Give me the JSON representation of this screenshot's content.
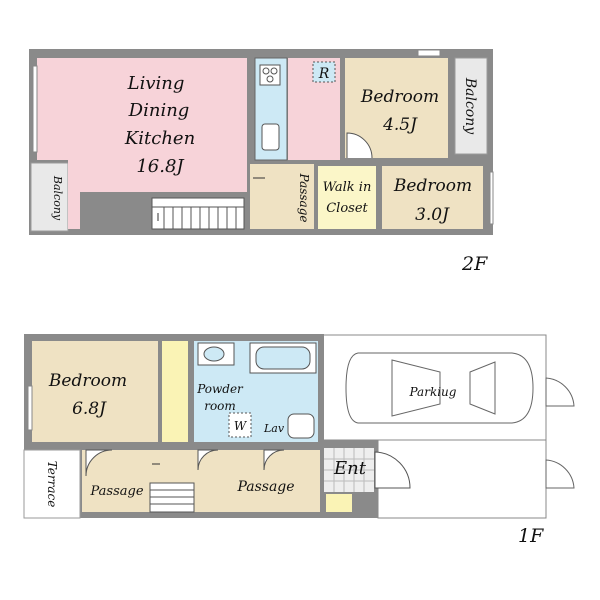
{
  "floor_2": {
    "floor_label": "2F",
    "rooms": {
      "ldk_line1": "Living",
      "ldk_line2": "Dining",
      "ldk_line3": "Kitchen",
      "ldk_size": "16.8J",
      "refrigerator_mark": "R",
      "bedroom1_name": "Bedroom",
      "bedroom1_size": "4.5J",
      "bedroom2_name": "Bedroom",
      "bedroom2_size": "3.0J",
      "closet_line1": "Walk in",
      "closet_line2": "Closet",
      "passage": "Passage",
      "balcony_east": "Balcony",
      "balcony_west": "Balcony"
    }
  },
  "floor_1": {
    "floor_label": "1F",
    "rooms": {
      "bedroom_name": "Bedroom",
      "bedroom_size": "6.8J",
      "powder_line1": "Powder",
      "powder_line2": "room",
      "washer_mark": "W",
      "lav": "Lav",
      "entrance": "Ent",
      "passage_left": "Passage",
      "passage_right": "Passage",
      "terrace": "Terrace",
      "parking": "Parkiug"
    }
  },
  "colors": {
    "wall": "#8a8a8a",
    "ldk": "#f7d3d9",
    "bedroom": "#efe2c3",
    "closet": "#fbf6c8",
    "wet_area": "#cde9f5",
    "storage": "#faf3b5",
    "balcony": "#e9e9e9",
    "entrance_tile": "#eeeeee"
  }
}
